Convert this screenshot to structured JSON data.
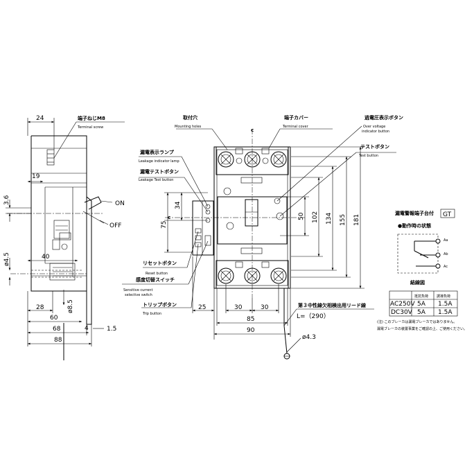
{
  "labels": {
    "terminal_screw_jp": "端子ねじM8",
    "terminal_screw_en": "Terminal screw",
    "mounting_holes_jp": "取付穴",
    "mounting_holes_en": "Mounting holes",
    "terminal_cover_jp": "端子カバー",
    "terminal_cover_en": "Terminal cover",
    "ov_button_jp": "過電圧表示ボタン",
    "ov_button_en1": "Over voltage",
    "ov_button_en2": "indicator button",
    "test_button_jp": "テストボタン",
    "test_button_en": "Test button",
    "leak_lamp_jp": "漏電表示ランプ",
    "leak_lamp_en": "Leakage indicator lamp",
    "leak_test_jp": "漏電テストボタン",
    "leak_test_en": "Leakage Test button",
    "reset_jp": "リセットボタン",
    "reset_en": "Reset button",
    "sens_jp": "感度切替スイッチ",
    "sens_en1": "Sensitive current",
    "sens_en2": "selective switch",
    "trip_jp": "トリップボタン",
    "trip_en": "Trip button",
    "lead_jp": "第３中性線欠相検出用リード線",
    "on": "ON",
    "off": "OFF",
    "c1": "c",
    "c2": "c",
    "lead_length": "L=（290）",
    "hole_dia": "ø4.3"
  },
  "dims": {
    "d24": "24",
    "d19": "19",
    "d36": "3.6",
    "d45": "ø4.5",
    "d40": "40",
    "d28": "28",
    "d85s": "ø8.5",
    "d60": "60",
    "d68": "68",
    "d88": "88",
    "d4": "4",
    "d15": "1.5",
    "d34": "34",
    "d75": "75",
    "d25": "25",
    "d30a": "30",
    "d30b": "30",
    "d85": "85",
    "d90": "90",
    "d50": "50",
    "d102": "102",
    "d134": "134",
    "d155": "155",
    "d181": "181"
  },
  "alarm": {
    "title": "漏電警報端子台付",
    "code": "GT",
    "state": "●動作時の状態",
    "aa": "Aa",
    "ab": "Ab",
    "ac": "Ac",
    "wiring": "結線図"
  },
  "table": {
    "headers": [
      "",
      "抵抗負荷",
      "誘導負荷"
    ],
    "rows": [
      [
        "AC250V",
        "5A",
        "1.5A"
      ],
      [
        "DC30V",
        "5A",
        "1.5A"
      ]
    ]
  },
  "notes": {
    "line1": "(注) このブレーカは漏電ブレーカではありません。",
    "line2": "漏電ブレーカの装置事業をご確認の上、ご使用ください。"
  }
}
